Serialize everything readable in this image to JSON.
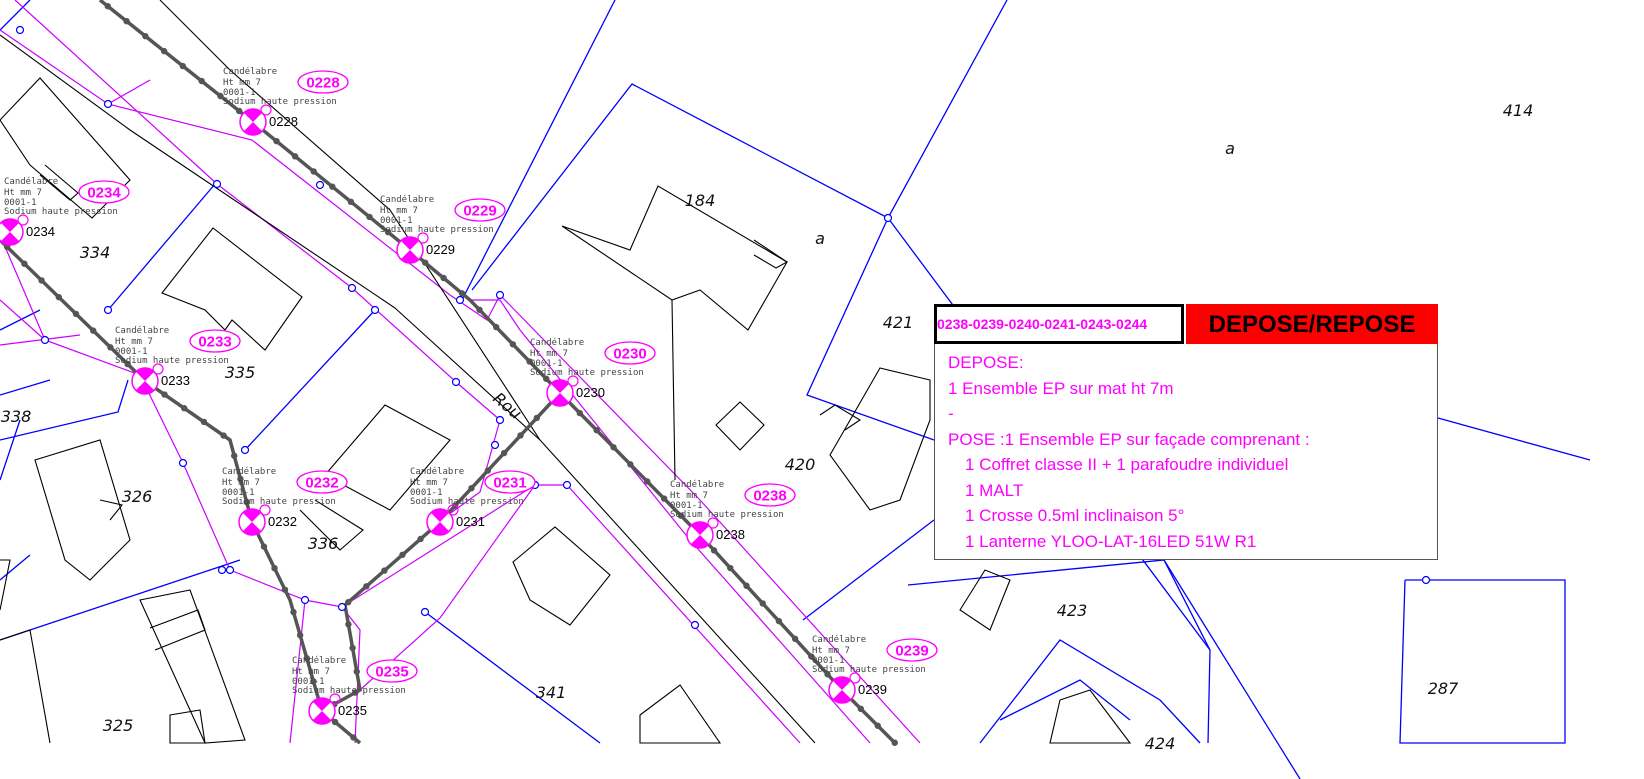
{
  "colors": {
    "cadastre": "#0000ff",
    "road_edge": "#ff00ff",
    "building": "#000000",
    "cable": "#555555",
    "lamp": "#ff00ff",
    "header_bg": "#ff0000"
  },
  "lamps": [
    {
      "id": "0228",
      "label": "0228"
    },
    {
      "id": "0229",
      "label": "0229"
    },
    {
      "id": "0234",
      "label": "0234"
    },
    {
      "id": "0233",
      "label": "0233"
    },
    {
      "id": "0230",
      "label": "0230"
    },
    {
      "id": "0232",
      "label": "0232"
    },
    {
      "id": "0231",
      "label": "0231"
    },
    {
      "id": "0238",
      "label": "0238"
    },
    {
      "id": "0235",
      "label": "0235"
    },
    {
      "id": "0239",
      "label": "0239"
    }
  ],
  "lamp_info": {
    "type": "Candélabre",
    "height": "Ht mm 7",
    "code": "0001-1",
    "source": "Sodium haute pression"
  },
  "parcels": [
    "414",
    "a",
    "184",
    "a",
    "334",
    "421",
    "335",
    "338",
    "326",
    "420",
    "336",
    "423",
    "341",
    "287",
    "325",
    "424"
  ],
  "road_label": "Rou",
  "infobox": {
    "ids": "0238-0239-0240-0241-0243-0244",
    "title": "DEPOSE/REPOSE",
    "lines": [
      "DEPOSE:",
      "1 Ensemble EP sur mat ht 7m",
      "-",
      "POSE :1 Ensemble EP sur façade comprenant :"
    ],
    "sub_lines": [
      "1 Coffret classe II + 1 parafoudre individuel",
      "1 MALT",
      "1 Crosse 0.5ml inclinaison 5°",
      "1 Lanterne YLOO-LAT-16LED 51W R1"
    ]
  }
}
